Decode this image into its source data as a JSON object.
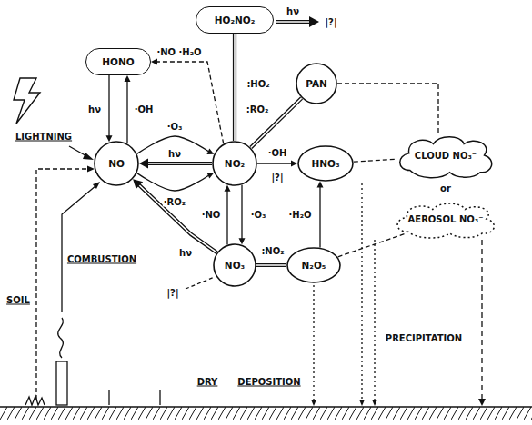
{
  "diagram": {
    "nodes": [
      {
        "text": [
          "HO₂NO₂"
        ]
      },
      {
        "text": [
          "HONO"
        ]
      },
      {
        "text": [
          "PAN"
        ]
      },
      {
        "text": [
          "NO"
        ]
      },
      {
        "text": [
          "NO₂"
        ]
      },
      {
        "text": [
          "HNO₃"
        ]
      },
      {
        "text": [
          "CLOUD NO₃⁻"
        ]
      },
      {
        "text": [
          "AEROSOL NO₃⁻"
        ]
      },
      {
        "text": [
          "NO₃"
        ]
      },
      {
        "text": [
          "N₂O₅"
        ]
      }
    ],
    "edges": [
      {
        "from": 0,
        "to": 4,
        "label": ":HO₂",
        "arrow": "none"
      },
      {
        "from": 4,
        "to": 1,
        "label": "·NO ·H₂O",
        "arrow": "to"
      },
      {
        "from": 1,
        "to": 3,
        "label": "hν",
        "arrow": "to"
      },
      {
        "from": 3,
        "to": 1,
        "label": "·OH",
        "arrow": "to"
      },
      {
        "from": 3,
        "to": 4,
        "label": "·O₃",
        "arrow": "to"
      },
      {
        "from": 4,
        "to": 3,
        "label": "hν",
        "arrow": "to"
      },
      {
        "from": 3,
        "to": 4,
        "label": "·RO₂",
        "arrow": "to"
      },
      {
        "from": 4,
        "to": 2,
        "label": ":RO₂",
        "arrow": "none"
      },
      {
        "from": 4,
        "to": 5,
        "label": "·OH",
        "arrow": "to"
      },
      {
        "from": 4,
        "to": 8,
        "label": "·O₃",
        "arrow": "to"
      },
      {
        "from": 8,
        "to": 4,
        "label": "·NO",
        "arrow": "to"
      },
      {
        "from": 8,
        "to": 3,
        "label": "hν",
        "arrow": "to"
      },
      {
        "from": 8,
        "to": 9,
        "label": ":NO₂",
        "arrow": "none"
      },
      {
        "from": 9,
        "to": 5,
        "label": "·H₂O",
        "arrow": "to"
      },
      {
        "from": 2,
        "to": 6,
        "arrow": "none"
      },
      {
        "from": 5,
        "to": 6,
        "arrow": "none"
      },
      {
        "from": 9,
        "to": 7,
        "arrow": "none"
      }
    ],
    "labels": [
      "hν",
      "|?|",
      "|?|",
      "|?|",
      "or",
      "LIGHTNING",
      "SOIL",
      "COMBUSTION",
      "DRY",
      "DEPOSITION",
      "PRECIPITATION"
    ]
  }
}
